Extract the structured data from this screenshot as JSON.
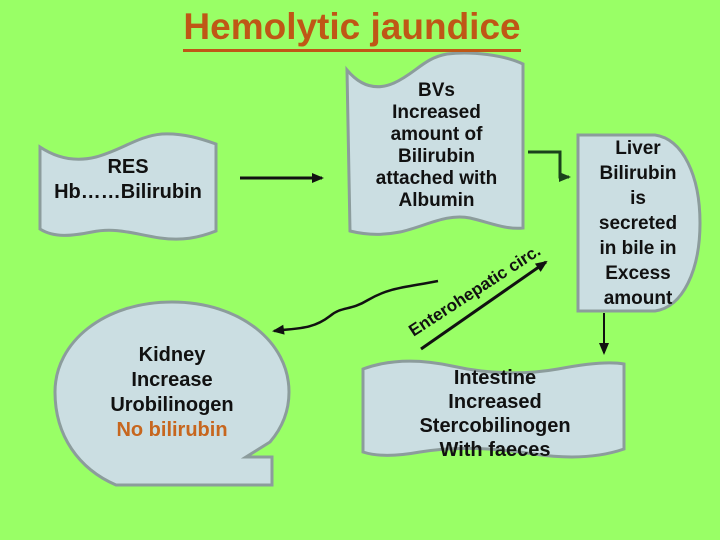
{
  "slide": {
    "title": "Hemolytic jaundice",
    "colors": {
      "background": "#99FF66",
      "shape_fill": "#CBDEE2",
      "shape_border": "#8C9C9C",
      "title": "#BF5716",
      "highlight": "#C7661E",
      "text": "#111111",
      "arrow": "#111111",
      "elbow_arrow": "#1A421C"
    },
    "shapes": {
      "res": {
        "text": "RES\nHb……Bilirubin"
      },
      "bvs": {
        "text": "BVs\nIncreased\namount of\nBilirubin\nattached with\nAlbumin"
      },
      "liver": {
        "text": "Liver\nBilirubin\nis\nsecreted\nin bile in\nExcess\namount"
      },
      "kidney": {
        "text": "Kidney\nIncrease\nUrobilinogen",
        "highlight": "No bilirubin"
      },
      "intestine": {
        "text": "Intestine\nIncreased\nStercobilinogen\nWith faeces"
      },
      "entero_label": "Enterohepatic circ."
    }
  }
}
